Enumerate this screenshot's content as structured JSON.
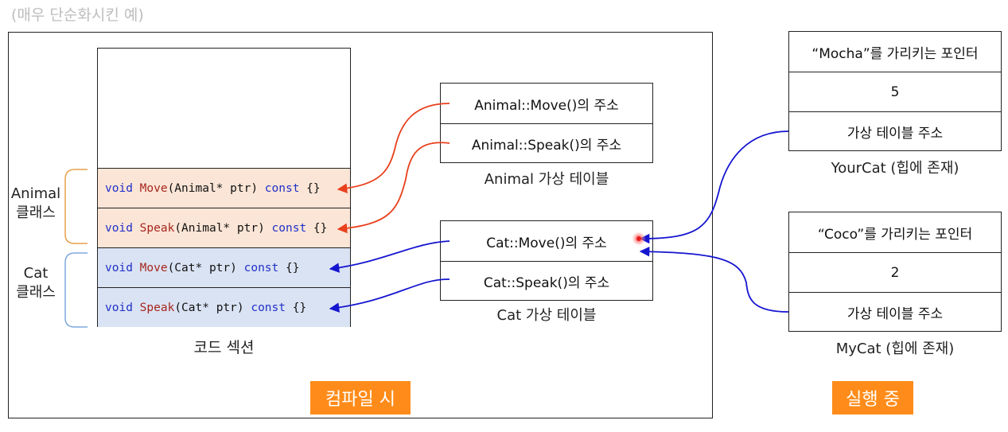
{
  "note": "(매우 단순화시킨 예)",
  "code_section": {
    "caption": "코드 섹션",
    "rows": [
      {
        "kw1": "void ",
        "fn": "Move",
        "args": "(Animal* ptr) ",
        "kw2": "const",
        "tail": " {}"
      },
      {
        "kw1": "void ",
        "fn": "Speak",
        "args": "(Animal* ptr) ",
        "kw2": "const",
        "tail": " {}"
      },
      {
        "kw1": "void ",
        "fn": "Move",
        "args": "(Cat* ptr) ",
        "kw2": "const",
        "tail": " {}"
      },
      {
        "kw1": "void ",
        "fn": "Speak",
        "args": "(Cat* ptr) ",
        "kw2": "const",
        "tail": " {}"
      }
    ]
  },
  "brackets": {
    "animal": {
      "line1": "Animal",
      "line2": "클래스"
    },
    "cat": {
      "line1": "Cat",
      "line2": "클래스"
    }
  },
  "animal_vtable": {
    "caption": "Animal 가상 테이블",
    "entries": [
      "Animal::Move()의 주소",
      "Animal::Speak()의 주소"
    ]
  },
  "cat_vtable": {
    "caption": "Cat 가상 테이블",
    "entries": [
      "Cat::Move()의 주소",
      "Cat::Speak()의 주소"
    ]
  },
  "yourcat": {
    "caption": "YourCat (힙에 존재)",
    "cells": [
      "“Mocha”를 가리키는 포인터",
      "5",
      "가상 테이블 주소"
    ]
  },
  "mycat": {
    "caption": "MyCat (힙에 존재)",
    "cells": [
      "“Coco”를 가리키는 포인터",
      "2",
      "가상 테이블 주소"
    ]
  },
  "badges": {
    "compile": "컴파일 시",
    "runtime": "실행 중"
  },
  "colors": {
    "animal_row": "#fbe5d6",
    "cat_row": "#dae3f3",
    "red_arrow": "#e8401c",
    "blue_arrow": "#1515d0",
    "badge": "#ff8c1a",
    "bracket_animal": "#e7a24b",
    "bracket_cat": "#7fa8dd"
  }
}
